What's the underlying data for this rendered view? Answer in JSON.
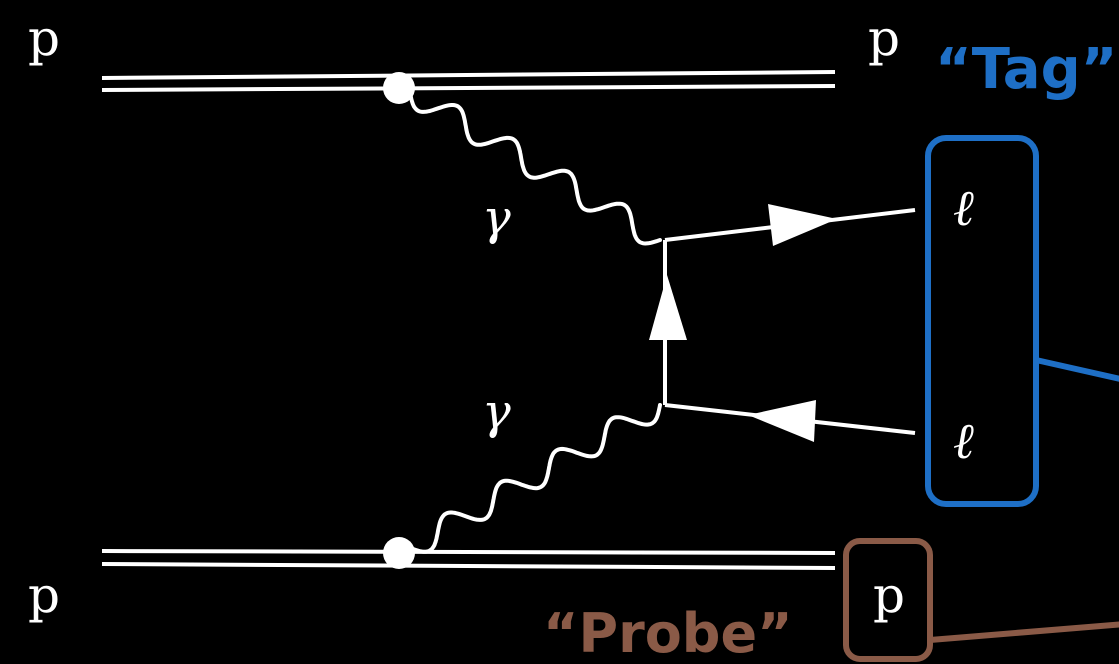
{
  "diagram": {
    "incoming_top_label": "p",
    "outgoing_top_label": "p",
    "incoming_bottom_label": "p",
    "outgoing_bottom_label": "p",
    "photon_top_label": "γ",
    "photon_bottom_label": "γ",
    "lepton_top_label": "ℓ",
    "lepton_bottom_label": "ℓ",
    "tag_label": "“Tag”",
    "probe_label": "“Probe”"
  },
  "colors": {
    "background": "#000000",
    "lines": "#ffffff",
    "tag": "#1e6fc6",
    "probe": "#8a5a47"
  }
}
